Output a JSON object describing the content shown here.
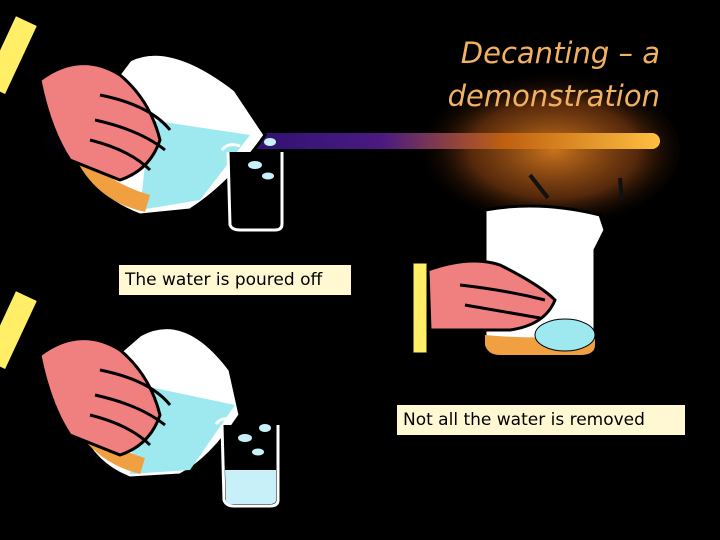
{
  "slide": {
    "title_line1": "Decanting – a",
    "title_line2": "demonstration",
    "caption_poured": "The water is poured off",
    "caption_removed": "Not all the water is removed"
  },
  "colors": {
    "background": "#000000",
    "title_text": "#f2b061",
    "caption_box": "#fff8d2",
    "hand": "#f08080",
    "sleeve": "#ffee66",
    "water": "#9ee8f0",
    "sediment": "#f0a040"
  }
}
